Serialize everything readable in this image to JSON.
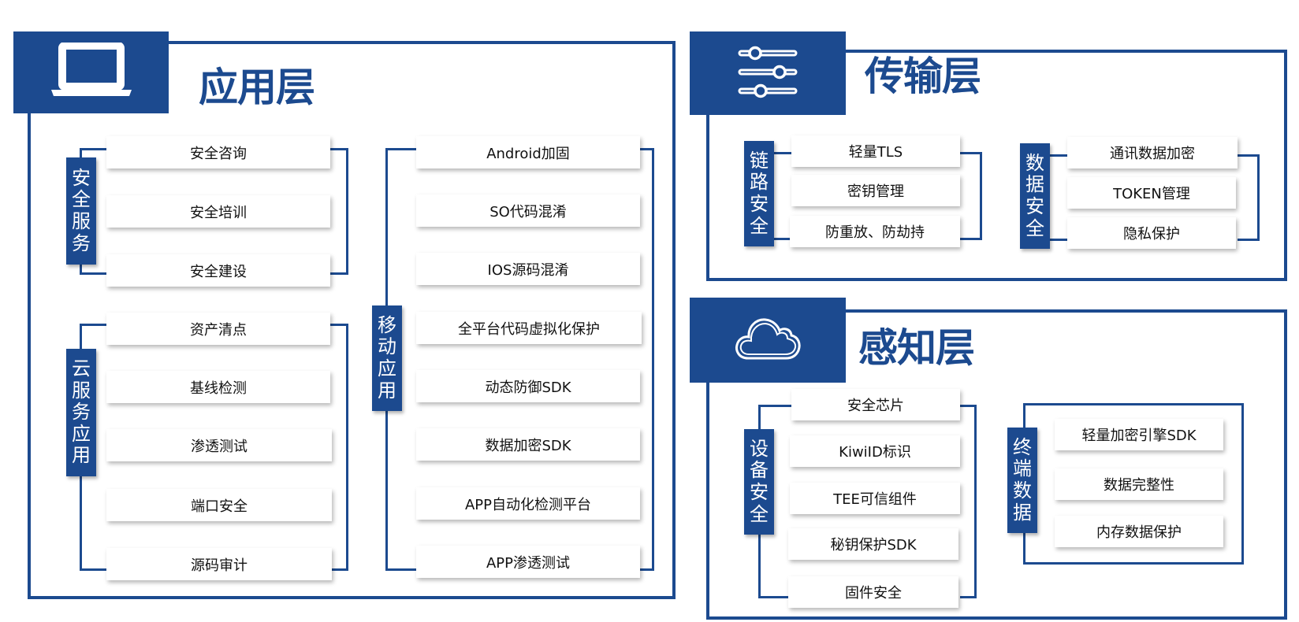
{
  "colors": {
    "primary": "#1c4a8f",
    "card": "#ffffff",
    "text": "#111111"
  },
  "layers": {
    "application": {
      "title": "应用层",
      "icon": "laptop-icon",
      "groups": {
        "security_service": {
          "label": [
            "安",
            "全",
            "服",
            "务"
          ],
          "items": [
            "安全咨询",
            "安全培训",
            "安全建设"
          ]
        },
        "cloud_service": {
          "label": [
            "云",
            "服",
            "务",
            "应",
            "用"
          ],
          "items": [
            "资产清点",
            "基线检测",
            "渗透测试",
            "端口安全",
            "源码审计"
          ]
        },
        "mobile_app": {
          "label": [
            "移",
            "动",
            "应",
            "用"
          ],
          "items": [
            "Android加固",
            "SO代码混淆",
            "IOS源码混淆",
            "全平台代码虚拟化保护",
            "动态防御SDK",
            "数据加密SDK",
            "APP自动化检测平台",
            "APP渗透测试"
          ]
        }
      }
    },
    "transport": {
      "title": "传输层",
      "icon": "sliders-icon",
      "groups": {
        "link_security": {
          "label": [
            "链",
            "路",
            "安",
            "全"
          ],
          "items": [
            "轻量TLS",
            "密钥管理",
            "防重放、防劫持"
          ]
        },
        "data_security": {
          "label": [
            "数",
            "据",
            "安",
            "全"
          ],
          "items": [
            "通讯数据加密",
            "TOKEN管理",
            "隐私保护"
          ]
        }
      }
    },
    "perception": {
      "title": "感知层",
      "icon": "cloud-icon",
      "groups": {
        "device_security": {
          "label": [
            "设",
            "备",
            "安",
            "全"
          ],
          "items": [
            "安全芯片",
            "KiwiID标识",
            "TEE可信组件",
            "秘钥保护SDK",
            "固件安全"
          ]
        },
        "terminal_data": {
          "label": [
            "终",
            "端",
            "数",
            "据"
          ],
          "items": [
            "轻量加密引擎SDK",
            "数据完整性",
            "内存数据保护"
          ]
        }
      }
    }
  }
}
